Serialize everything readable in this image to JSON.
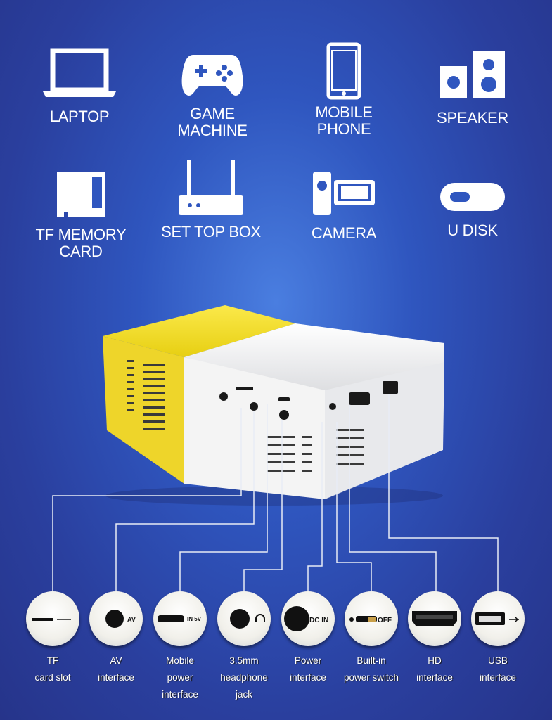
{
  "devices": [
    {
      "label": "LAPTOP",
      "icon": "laptop-icon"
    },
    {
      "label": "GAME\nMACHINE",
      "icon": "gamepad-icon"
    },
    {
      "label": "MOBILE\nPHONE",
      "icon": "mobile-phone-icon"
    },
    {
      "label": "SPEAKER",
      "icon": "speaker-icon"
    },
    {
      "label": "TF MEMORY\nCARD",
      "icon": "memory-card-icon"
    },
    {
      "label": "SET TOP BOX",
      "icon": "set-top-box-icon"
    },
    {
      "label": "CAMERA",
      "icon": "camera-icon"
    },
    {
      "label": "U DISK",
      "icon": "usb-disk-icon"
    }
  ],
  "ports": [
    {
      "label": "TF\ncard slot",
      "mark": ""
    },
    {
      "label": "AV\ninterface",
      "mark": "AV"
    },
    {
      "label": "Mobile\npower\ninterface",
      "mark": "IN 5V"
    },
    {
      "label": "3.5mm\nheadphone\njack",
      "mark": ""
    },
    {
      "label": "Power\ninterface",
      "mark": "DC IN"
    },
    {
      "label": "Built-in\npower switch",
      "mark": "OFF"
    },
    {
      "label": "HD\ninterface",
      "mark": ""
    },
    {
      "label": "USB\ninterface",
      "mark": ""
    }
  ],
  "colors": {
    "background": "#2f56bf",
    "projector_yellow": "#f4e02a",
    "projector_white": "#f2f2f2"
  }
}
